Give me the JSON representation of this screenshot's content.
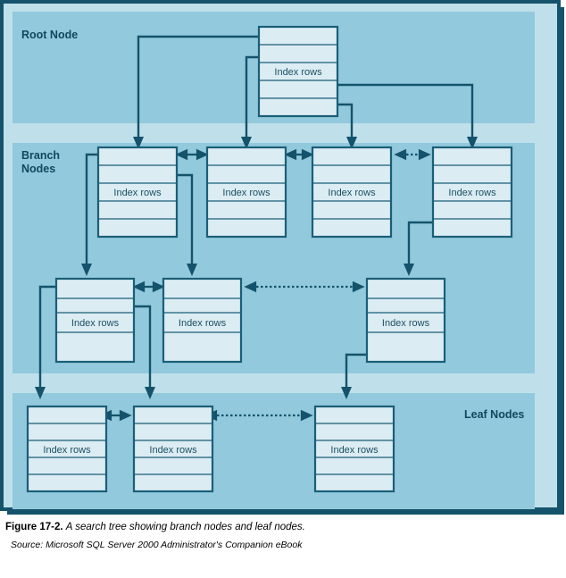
{
  "figure": {
    "caption_label": "Figure 17-2.",
    "caption_text": "A search tree showing branch nodes and leaf nodes.",
    "source": "Source: Microsoft SQL Server 2000 Administrator's Companion eBook"
  },
  "colors": {
    "frame_border": "#14536b",
    "outer_background": "#bfe0ea",
    "band_background": "#92c9dd",
    "node_fill": "#dcecf3",
    "node_border": "#1a5e78",
    "line": "#14536b",
    "label_text": "#11485e",
    "page_background": "#ffffff"
  },
  "bands": [
    {
      "id": "root",
      "label": "Root Node",
      "label_lines": [
        "Root Node"
      ]
    },
    {
      "id": "branch",
      "label": "Branch Nodes",
      "label_lines": [
        "Branch",
        "Nodes"
      ]
    },
    {
      "id": "leaf",
      "label": "Leaf Nodes",
      "label_lines": [
        "Leaf Nodes"
      ]
    }
  ],
  "node_label": "Index rows",
  "levels": [
    {
      "id": "root-level",
      "band": "root",
      "nodes": [
        {
          "id": "root-node-1",
          "label": "Index rows",
          "rows": 5,
          "label_row_index": 2
        }
      ]
    },
    {
      "id": "branch-level-1",
      "band": "branch",
      "nodes": [
        {
          "id": "branch-node-1",
          "label": "Index rows",
          "rows": 5,
          "label_row_index": 2
        },
        {
          "id": "branch-node-2",
          "label": "Index rows",
          "rows": 5,
          "label_row_index": 2
        },
        {
          "id": "branch-node-3",
          "label": "Index rows",
          "rows": 5,
          "label_row_index": 2
        },
        {
          "id": "branch-node-4",
          "label": "Index rows",
          "rows": 5,
          "label_row_index": 2
        }
      ],
      "siblings": [
        {
          "from": "branch-node-1",
          "to": "branch-node-2",
          "style": "solid"
        },
        {
          "from": "branch-node-2",
          "to": "branch-node-3",
          "style": "solid"
        },
        {
          "from": "branch-node-3",
          "to": "branch-node-4",
          "style": "dotted"
        }
      ]
    },
    {
      "id": "branch-level-2",
      "band": "branch",
      "nodes": [
        {
          "id": "mid-node-1",
          "label": "Index rows",
          "rows": 4,
          "label_row_index": 2
        },
        {
          "id": "mid-node-2",
          "label": "Index rows",
          "rows": 4,
          "label_row_index": 2
        },
        {
          "id": "mid-node-3",
          "label": "Index rows",
          "rows": 4,
          "label_row_index": 2
        }
      ],
      "siblings": [
        {
          "from": "mid-node-1",
          "to": "mid-node-2",
          "style": "solid"
        },
        {
          "from": "mid-node-2",
          "to": "mid-node-3",
          "style": "dotted"
        }
      ]
    },
    {
      "id": "leaf-level",
      "band": "leaf",
      "nodes": [
        {
          "id": "leaf-node-1",
          "label": "Index rows",
          "rows": 5,
          "label_row_index": 2
        },
        {
          "id": "leaf-node-2",
          "label": "Index rows",
          "rows": 5,
          "label_row_index": 2
        },
        {
          "id": "leaf-node-3",
          "label": "Index rows",
          "rows": 5,
          "label_row_index": 2
        }
      ],
      "siblings": [
        {
          "from": "leaf-node-1",
          "to": "leaf-node-2",
          "style": "solid"
        },
        {
          "from": "leaf-node-2",
          "to": "leaf-node-3",
          "style": "dotted"
        }
      ]
    }
  ],
  "pointers": [
    {
      "from": "root-node-1",
      "to": "branch-node-1"
    },
    {
      "from": "root-node-1",
      "to": "branch-node-2"
    },
    {
      "from": "root-node-1",
      "to": "branch-node-3"
    },
    {
      "from": "root-node-1",
      "to": "branch-node-4"
    },
    {
      "from": "branch-node-1",
      "to": "mid-node-1"
    },
    {
      "from": "branch-node-1",
      "to": "mid-node-2"
    },
    {
      "from": "branch-node-4",
      "to": "mid-node-3"
    },
    {
      "from": "mid-node-1",
      "to": "leaf-node-1"
    },
    {
      "from": "mid-node-1",
      "to": "leaf-node-2"
    },
    {
      "from": "mid-node-3",
      "to": "leaf-node-3"
    }
  ]
}
